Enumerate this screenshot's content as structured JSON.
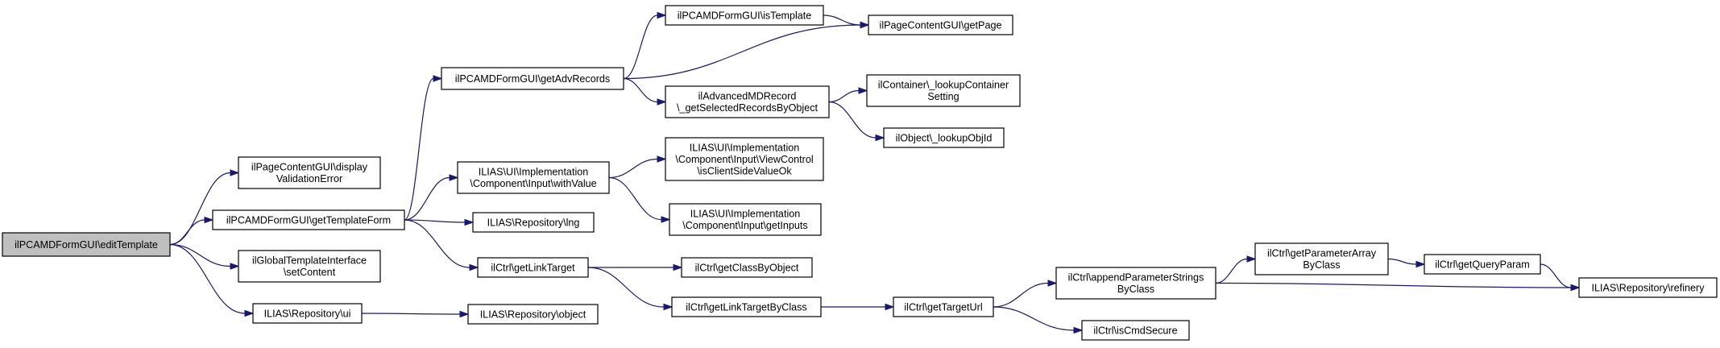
{
  "colors": {
    "edge": "#191970",
    "node_fill": "#ffffff",
    "root_fill": "#bfbfbf",
    "node_stroke": "#000000"
  },
  "graph": {
    "nodes": [
      {
        "id": "n_edit",
        "lines": [
          "ilPCAMDFormGUI\\editTemplate"
        ],
        "root": true
      },
      {
        "id": "n_display",
        "lines": [
          "ilPageContentGUI\\display",
          "ValidationError"
        ]
      },
      {
        "id": "n_getTemplateForm",
        "lines": [
          "ilPCAMDFormGUI\\getTemplateForm"
        ]
      },
      {
        "id": "n_setContent",
        "lines": [
          "ilGlobalTemplateInterface",
          "\\setContent"
        ]
      },
      {
        "id": "n_repoUi",
        "lines": [
          "ILIAS\\Repository\\ui"
        ]
      },
      {
        "id": "n_getAdvRecords",
        "lines": [
          "ilPCAMDFormGUI\\getAdvRecords"
        ]
      },
      {
        "id": "n_withValue",
        "lines": [
          "ILIAS\\UI\\Implementation",
          "\\Component\\Input\\withValue"
        ]
      },
      {
        "id": "n_repoLng",
        "lines": [
          "ILIAS\\Repository\\lng"
        ]
      },
      {
        "id": "n_getLinkTarget",
        "lines": [
          "ilCtrl\\getLinkTarget"
        ]
      },
      {
        "id": "n_repoObject",
        "lines": [
          "ILIAS\\Repository\\object"
        ]
      },
      {
        "id": "n_isTemplate",
        "lines": [
          "ilPCAMDFormGUI\\isTemplate"
        ]
      },
      {
        "id": "n_getSelected",
        "lines": [
          "ilAdvancedMDRecord",
          "\\_getSelectedRecordsByObject"
        ]
      },
      {
        "id": "n_isClientSide",
        "lines": [
          "ILIAS\\UI\\Implementation",
          "\\Component\\Input\\ViewControl",
          "\\isClientSideValueOk"
        ]
      },
      {
        "id": "n_getInputs",
        "lines": [
          "ILIAS\\UI\\Implementation",
          "\\Component\\Input\\getInputs"
        ]
      },
      {
        "id": "n_getClassByObject",
        "lines": [
          "ilCtrl\\getClassByObject"
        ]
      },
      {
        "id": "n_getLinkTargetByClass",
        "lines": [
          "ilCtrl\\getLinkTargetByClass"
        ]
      },
      {
        "id": "n_getPage",
        "lines": [
          "ilPageContentGUI\\getPage"
        ]
      },
      {
        "id": "n_lookupContainer",
        "lines": [
          "ilContainer\\_lookupContainer",
          "Setting"
        ]
      },
      {
        "id": "n_lookupObjId",
        "lines": [
          "ilObject\\_lookupObjId"
        ]
      },
      {
        "id": "n_getTargetUrl",
        "lines": [
          "ilCtrl\\getTargetUrl"
        ]
      },
      {
        "id": "n_appendParam",
        "lines": [
          "ilCtrl\\appendParameterStrings",
          "ByClass"
        ]
      },
      {
        "id": "n_isCmdSecure",
        "lines": [
          "ilCtrl\\isCmdSecure"
        ]
      },
      {
        "id": "n_getParamArray",
        "lines": [
          "ilCtrl\\getParameterArray",
          "ByClass"
        ]
      },
      {
        "id": "n_getQueryParam",
        "lines": [
          "ilCtrl\\getQueryParam"
        ]
      },
      {
        "id": "n_refinery",
        "lines": [
          "ILIAS\\Repository\\refinery"
        ]
      }
    ],
    "edges": [
      [
        "n_edit",
        "n_display"
      ],
      [
        "n_edit",
        "n_getTemplateForm"
      ],
      [
        "n_edit",
        "n_setContent"
      ],
      [
        "n_edit",
        "n_repoUi"
      ],
      [
        "n_getTemplateForm",
        "n_getAdvRecords"
      ],
      [
        "n_getTemplateForm",
        "n_withValue"
      ],
      [
        "n_getTemplateForm",
        "n_repoLng"
      ],
      [
        "n_getTemplateForm",
        "n_getLinkTarget"
      ],
      [
        "n_repoUi",
        "n_repoObject"
      ],
      [
        "n_getAdvRecords",
        "n_isTemplate"
      ],
      [
        "n_getAdvRecords",
        "n_getPage"
      ],
      [
        "n_getAdvRecords",
        "n_getSelected"
      ],
      [
        "n_isTemplate",
        "n_getPage"
      ],
      [
        "n_getSelected",
        "n_lookupContainer"
      ],
      [
        "n_getSelected",
        "n_lookupObjId"
      ],
      [
        "n_withValue",
        "n_isClientSide"
      ],
      [
        "n_withValue",
        "n_getInputs"
      ],
      [
        "n_getLinkTarget",
        "n_getClassByObject"
      ],
      [
        "n_getLinkTarget",
        "n_getLinkTargetByClass"
      ],
      [
        "n_getLinkTargetByClass",
        "n_getTargetUrl"
      ],
      [
        "n_getTargetUrl",
        "n_appendParam"
      ],
      [
        "n_getTargetUrl",
        "n_isCmdSecure"
      ],
      [
        "n_appendParam",
        "n_getParamArray"
      ],
      [
        "n_appendParam",
        "n_refinery"
      ],
      [
        "n_getParamArray",
        "n_getQueryParam"
      ],
      [
        "n_getQueryParam",
        "n_refinery"
      ]
    ]
  }
}
